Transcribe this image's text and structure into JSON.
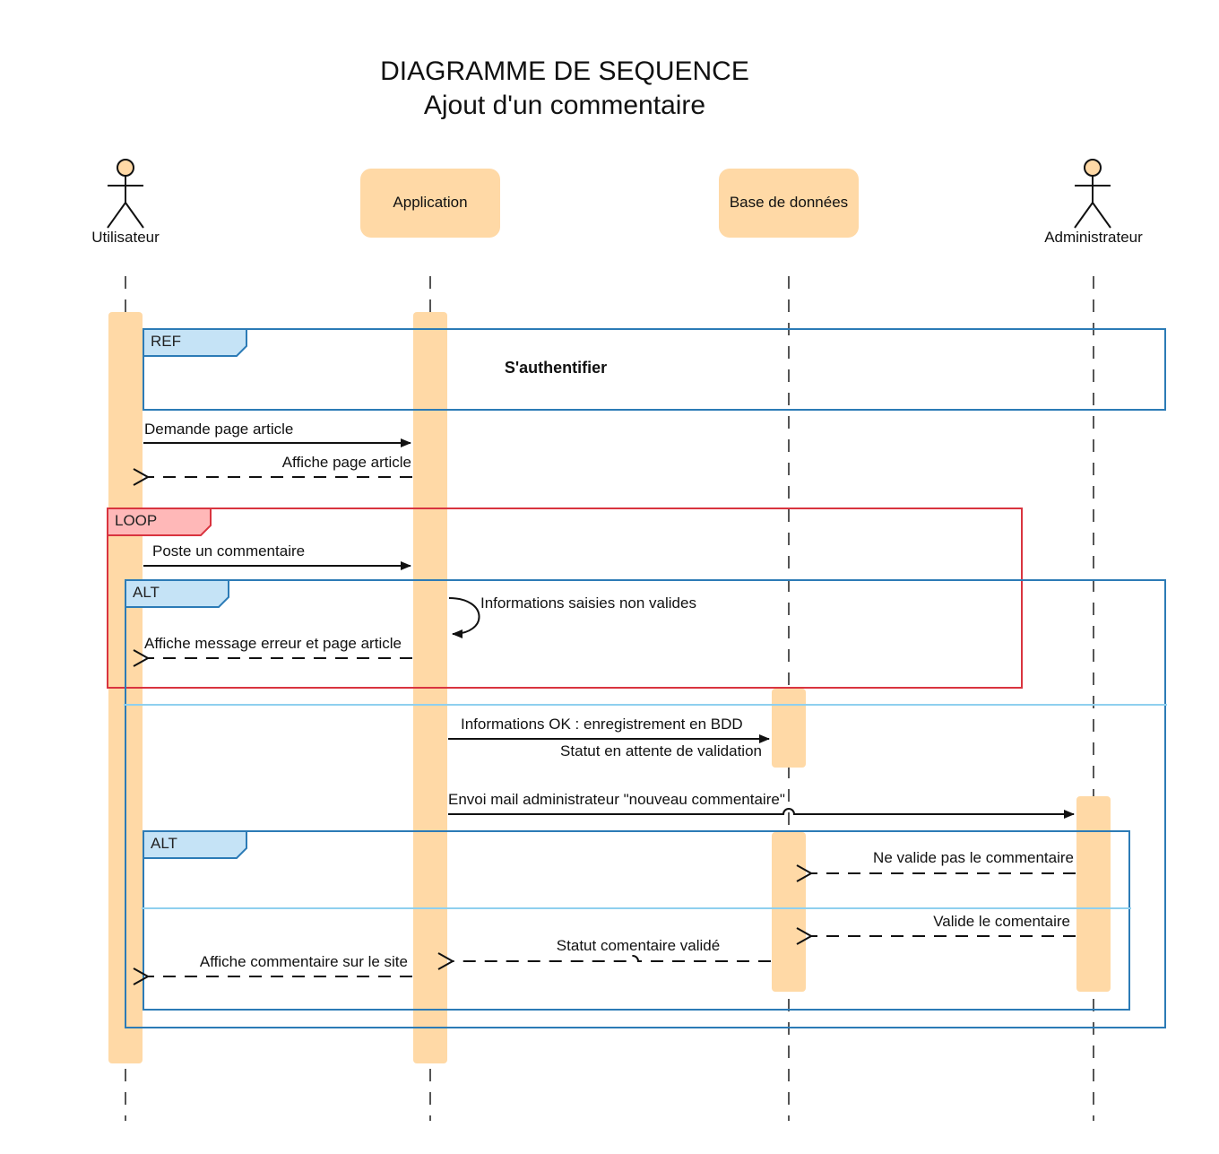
{
  "title": {
    "line1": "DIAGRAMME DE SEQUENCE",
    "line2": "Ajout d'un commentaire"
  },
  "participants": {
    "utilisateur": "Utilisateur",
    "application": "Application",
    "base": "Base de données",
    "administrateur": "Administrateur"
  },
  "fragments": {
    "ref": {
      "tag": "REF",
      "text": "S'authentifier"
    },
    "loop": {
      "tag": "LOOP"
    },
    "alt_outer": {
      "tag": "ALT"
    },
    "alt_inner": {
      "tag": "ALT"
    }
  },
  "messages": {
    "demande_page": "Demande page article",
    "affiche_page": "Affiche page article",
    "poste_commentaire": "Poste un commentaire",
    "infos_non_valides": "Informations saisies non valides",
    "affiche_erreur": "Affiche message erreur et page article",
    "infos_ok": "Informations OK : enregistrement en BDD",
    "statut_attente": "Statut en attente de validation",
    "envoi_mail": "Envoi mail administrateur \"nouveau commentaire\"",
    "ne_valide_pas": "Ne valide pas le commentaire",
    "valide": "Valide le comentaire",
    "statut_valide": "Statut comentaire validé",
    "affiche_commentaire": "Affiche commentaire sur le site"
  },
  "colors": {
    "activation": "#ffd9a6",
    "actor_head": "#ffd9a6",
    "ref_alt_border": "#2c7bb6",
    "ref_alt_tag_fill": "#c5e3f6",
    "loop_border": "#d9343f",
    "loop_tag_fill": "#ffb8b8",
    "separator": "#8fd0ef",
    "line": "#111111"
  }
}
